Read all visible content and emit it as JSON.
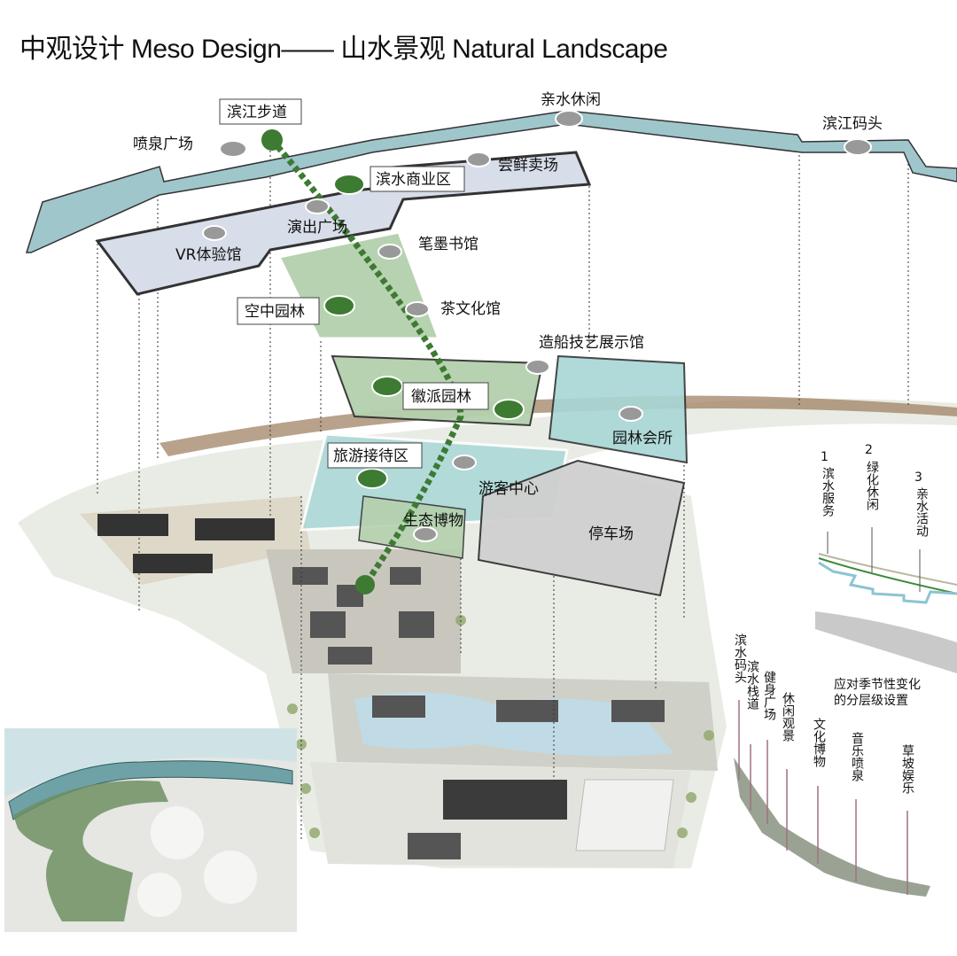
{
  "title": "中观设计 Meso Design——  山水景观 Natural Landscape",
  "zones": {
    "riverfront_walk": "滨江步道",
    "fountain_plaza": "喷泉广场",
    "waterside_leisure": "亲水休闲",
    "riverside_pier": "滨江码头",
    "seafood_market": "尝鲜卖场",
    "waterside_commercial": "滨水商业区",
    "performance_plaza": "演出广场",
    "vr_hall": "VR体验馆",
    "calligraphy_hall": "笔墨书馆",
    "sky_garden": "空中园林",
    "tea_culture_hall": "茶文化馆",
    "shipbuilding_hall": "造船技艺展示馆",
    "hui_garden": "徽派园林",
    "garden_club": "园林会所",
    "tourist_reception": "旅游接待区",
    "visitor_center": "游客中心",
    "eco_museum": "生态博物",
    "parking": "停车场"
  },
  "section_diagram": {
    "layers": [
      {
        "num": "1",
        "label": "滨水服务"
      },
      {
        "num": "2",
        "label": "绿化休闲"
      },
      {
        "num": "3",
        "label": "亲水活动"
      }
    ],
    "note_line1": "应对季节性变化",
    "note_line2": "的分层级设置"
  },
  "edge_labels": [
    "滨水码头",
    "滨水栈道",
    "健身广场",
    "休闲观景",
    "文化博物",
    "音乐喷泉",
    "草坡娱乐"
  ],
  "colors": {
    "river": "#9fc6cb",
    "commercial": "#d7dde9",
    "garden": "#b4d0ad",
    "water_teal": "#a8d7d6",
    "parking": "#d0d0d0",
    "path_green": "#3d7a32"
  }
}
